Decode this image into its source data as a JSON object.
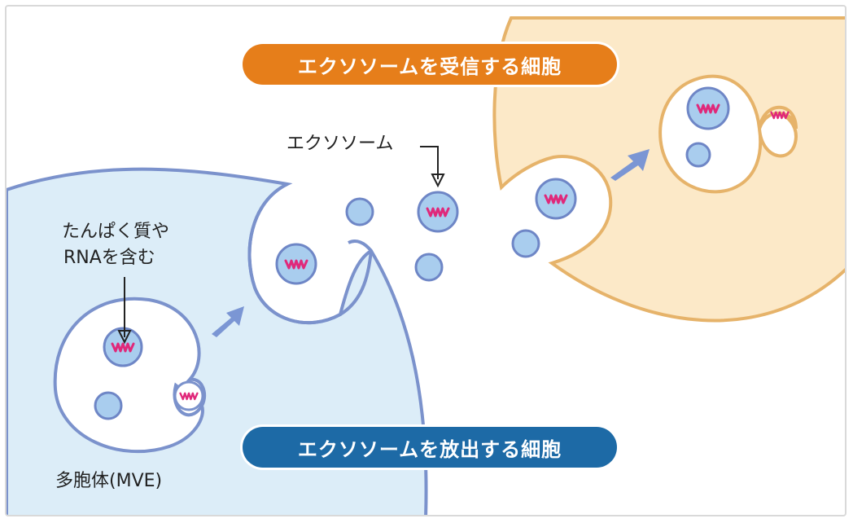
{
  "labels": {
    "receiving_cell": "エクソソームを受信する細胞",
    "releasing_cell": "エクソソームを放出する細胞",
    "exosome": "エクソソーム",
    "cargo_line1": "たんぱく質や",
    "cargo_line2": "RNAを含む",
    "mvb": "多胞体(MVE)"
  },
  "colors": {
    "receiving_cell_fill": "#fce9c8",
    "receiving_cell_outline": "#e6b36a",
    "releasing_cell_fill": "#dcedf8",
    "releasing_cell_outline": "#7b92cc",
    "vesicle_fill": "#a9cdee",
    "vesicle_outline": "#6e86c6",
    "rna": "#e0287a",
    "arrow": "#7b96d4",
    "receiving_label_bg": "#e67e1a",
    "releasing_label_bg": "#1d6aa6"
  },
  "icons": [
    "rna-strand-icon",
    "vesicle-icon",
    "transport-arrow-icon"
  ]
}
